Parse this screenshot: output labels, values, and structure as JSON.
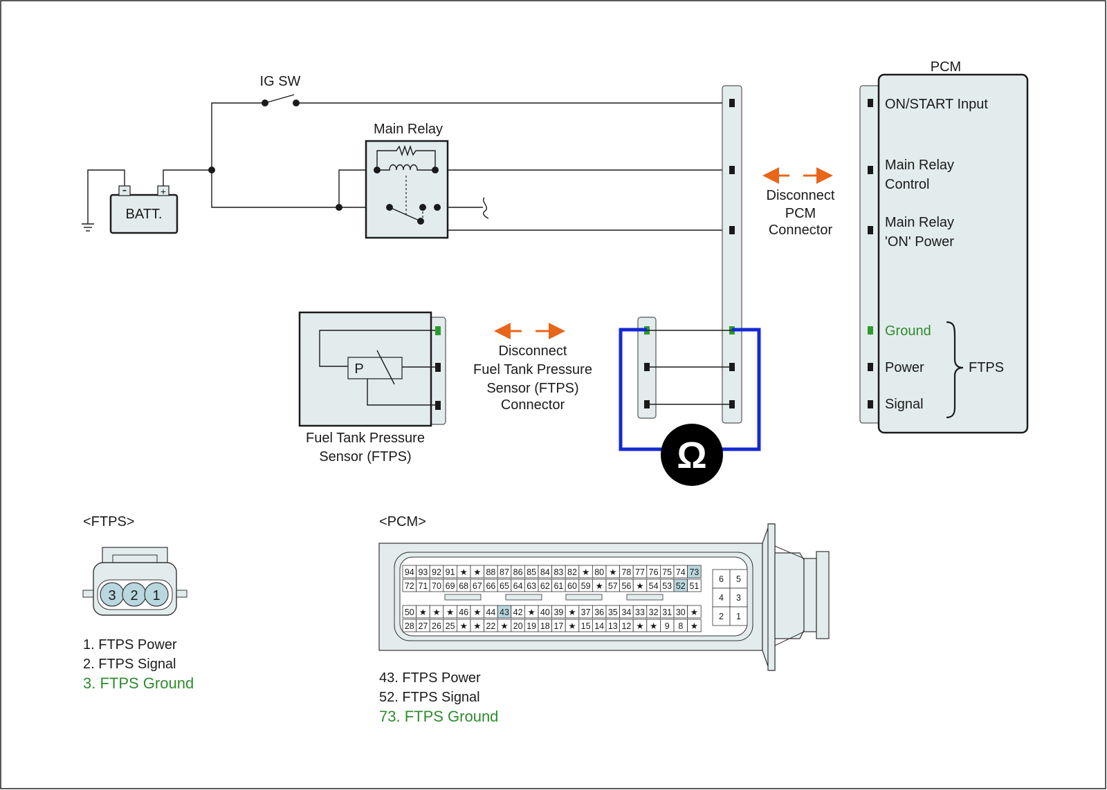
{
  "schematic": {
    "ig_sw": "IG SW",
    "main_relay": "Main Relay",
    "batt": "BATT.",
    "batt_neg": "-",
    "batt_pos": "+",
    "pcm_title": "PCM",
    "pcm_pins": [
      "ON/START Input",
      "Main Relay",
      "Control",
      "Main Relay",
      "'ON' Power",
      "Ground",
      "Power",
      "Signal"
    ],
    "ftps_bracket": "FTPS",
    "disconnect_pcm": [
      "Disconnect",
      "PCM",
      "Connector"
    ],
    "disconnect_ftps": [
      "Disconnect",
      "Fuel Tank Pressure",
      "Sensor (FTPS)",
      "Connector"
    ],
    "sensor_symbol": "P",
    "sensor_label": [
      "Fuel Tank Pressure",
      "Sensor (FTPS)"
    ],
    "ohm_symbol": "Ω"
  },
  "ftps_connector": {
    "title": "<FTPS>",
    "pins": [
      "3",
      "2",
      "1"
    ],
    "legend": [
      "1. FTPS Power",
      "2. FTPS Signal",
      "3. FTPS Ground"
    ]
  },
  "pcm_connector": {
    "title": "<PCM>",
    "row1": [
      "94",
      "93",
      "92",
      "91",
      "★",
      "★",
      "88",
      "87",
      "86",
      "85",
      "84",
      "83",
      "82",
      "★",
      "80",
      "★",
      "78",
      "77",
      "76",
      "75",
      "74",
      "73"
    ],
    "row2": [
      "72",
      "71",
      "70",
      "69",
      "68",
      "67",
      "66",
      "65",
      "64",
      "63",
      "62",
      "61",
      "60",
      "59",
      "★",
      "57",
      "56",
      "★",
      "54",
      "53",
      "52",
      "51"
    ],
    "row3": [
      "50",
      "★",
      "★",
      "★",
      "46",
      "★",
      "44",
      "43",
      "42",
      "★",
      "40",
      "39",
      "★",
      "37",
      "36",
      "35",
      "34",
      "33",
      "32",
      "31",
      "30",
      "★"
    ],
    "row4": [
      "28",
      "27",
      "26",
      "25",
      "★",
      "★",
      "22",
      "★",
      "20",
      "19",
      "18",
      "17",
      "★",
      "15",
      "14",
      "13",
      "12",
      "★",
      "★",
      "9",
      "8",
      "★"
    ],
    "highlighted": [
      "73",
      "52",
      "43"
    ],
    "small_block": [
      "6",
      "5",
      "4",
      "3",
      "2",
      "1"
    ],
    "legend": [
      "43. FTPS Power",
      "52. FTPS Signal",
      "73. FTPS Ground"
    ]
  },
  "colors": {
    "ground_green": "#2e8b2e",
    "arrow_orange": "#e8651a",
    "meter_blue": "#1428d4",
    "highlight_cell": "#b9d7de",
    "panel_fill": "#e3ecec"
  }
}
